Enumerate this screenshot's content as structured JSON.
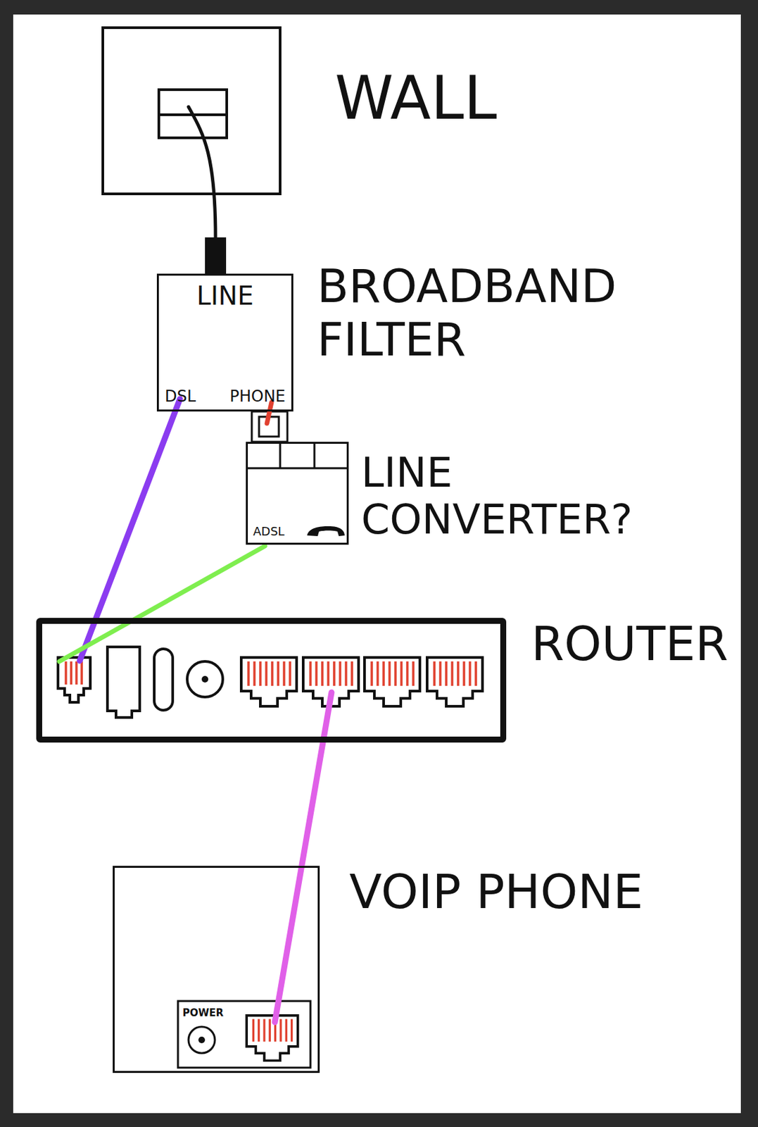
{
  "diagram": {
    "nodes": [
      {
        "text": [
          "WALL"
        ]
      },
      {
        "text": [
          "BROADBAND FILTER",
          "LINE",
          "DSL",
          "PHONE"
        ]
      },
      {
        "text": [
          "LINE CONVERTER?",
          "ADSL"
        ]
      },
      {
        "text": [
          "ROUTER"
        ]
      },
      {
        "text": [
          "VOIP PHONE",
          "POWER"
        ]
      }
    ],
    "edges": [
      {
        "from": 0,
        "to": 1,
        "arrow": "none"
      },
      {
        "from": 1,
        "to": 3,
        "arrow": "none"
      },
      {
        "from": 1,
        "to": 2,
        "arrow": "none"
      },
      {
        "from": 2,
        "to": 3,
        "arrow": "none"
      },
      {
        "from": 3,
        "to": 4,
        "arrow": "none"
      }
    ]
  }
}
